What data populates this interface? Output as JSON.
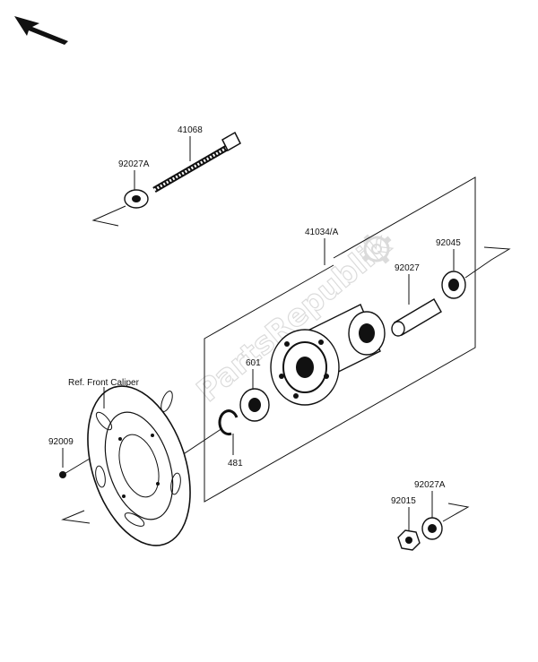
{
  "watermark": {
    "text": "PartsRepublik"
  },
  "labels": {
    "axle": "41068",
    "collar_top": "92027A",
    "hub": "41034/A",
    "bearing_right": "92045",
    "spacer": "92027",
    "bearing_left": "601",
    "circlip": "481",
    "bolt": "92009",
    "ref_caliper": "Ref. Front Caliper",
    "collar_bottom": "92027A",
    "nut": "92015"
  },
  "icons": {
    "direction": "arrow-up-left-icon",
    "watermark_logo": "gear-icon"
  }
}
